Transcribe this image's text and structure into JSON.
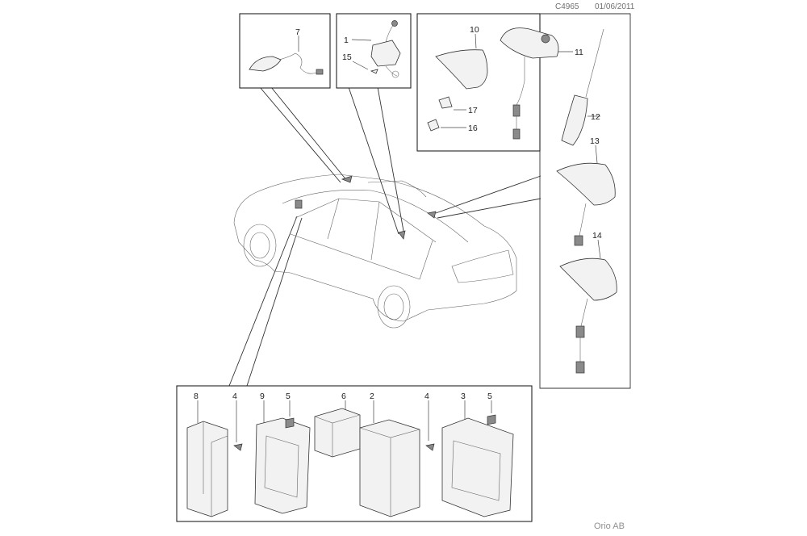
{
  "header": {
    "code": "C4965",
    "date": "01/06/2011"
  },
  "footer": {
    "publisher": "Orio AB"
  },
  "callouts": {
    "c1": "1",
    "c2": "2",
    "c3": "3",
    "c4a": "4",
    "c4b": "4",
    "c5a": "5",
    "c5b": "5",
    "c6": "6",
    "c7": "7",
    "c8": "8",
    "c9": "9",
    "c10": "10",
    "c11": "11",
    "c12": "12",
    "c13": "13",
    "c14": "14",
    "c15": "15",
    "c16": "16",
    "c17": "17"
  }
}
